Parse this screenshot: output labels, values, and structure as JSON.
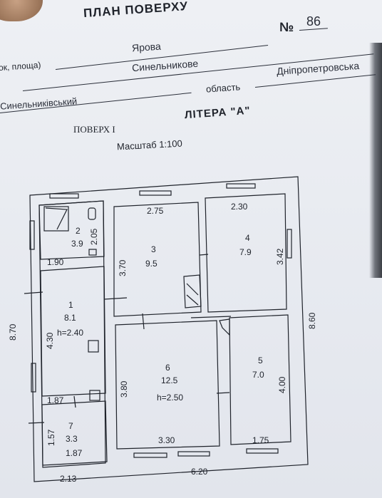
{
  "header": {
    "title": "ПЛАН ПОВЕРХУ",
    "number_label": "№",
    "number_value": "86",
    "street_prefix": "ок, площа)",
    "street_value": "Ярова",
    "city_value": "Синельникове",
    "region_label": "область",
    "region_value": "Дніпропетровська",
    "district_value": "Синельниківський",
    "floor_label": "ПОВЕРХ I",
    "litera_label": "ЛІТЕРА \"А\"",
    "scale_label": "Масштаб 1:100"
  },
  "plan": {
    "outer_dims": {
      "left": "8.70",
      "right": "8.60",
      "bottom_total": "6.20",
      "bottom_left": "2.13"
    },
    "rooms": [
      {
        "id": "2",
        "area": "3.9",
        "dims": [
          "2.05"
        ]
      },
      {
        "id": "3",
        "area": "9.5",
        "dims": [
          "2.75",
          "3.70"
        ]
      },
      {
        "id": "4",
        "area": "7.9",
        "dims": [
          "2.30",
          "3.42"
        ]
      },
      {
        "id": "1",
        "area": "8.1",
        "height": "h=2.40",
        "dims": [
          "1.90",
          "4.30"
        ]
      },
      {
        "id": "6",
        "area": "12.5",
        "height": "h=2.50",
        "dims": [
          "3.80",
          "3.30"
        ]
      },
      {
        "id": "5",
        "area": "7.0",
        "dims": [
          "4.00",
          "1.75"
        ]
      },
      {
        "id": "7",
        "area": "3.3",
        "dims": [
          "1.87",
          "1.57",
          "1.87"
        ]
      }
    ]
  }
}
